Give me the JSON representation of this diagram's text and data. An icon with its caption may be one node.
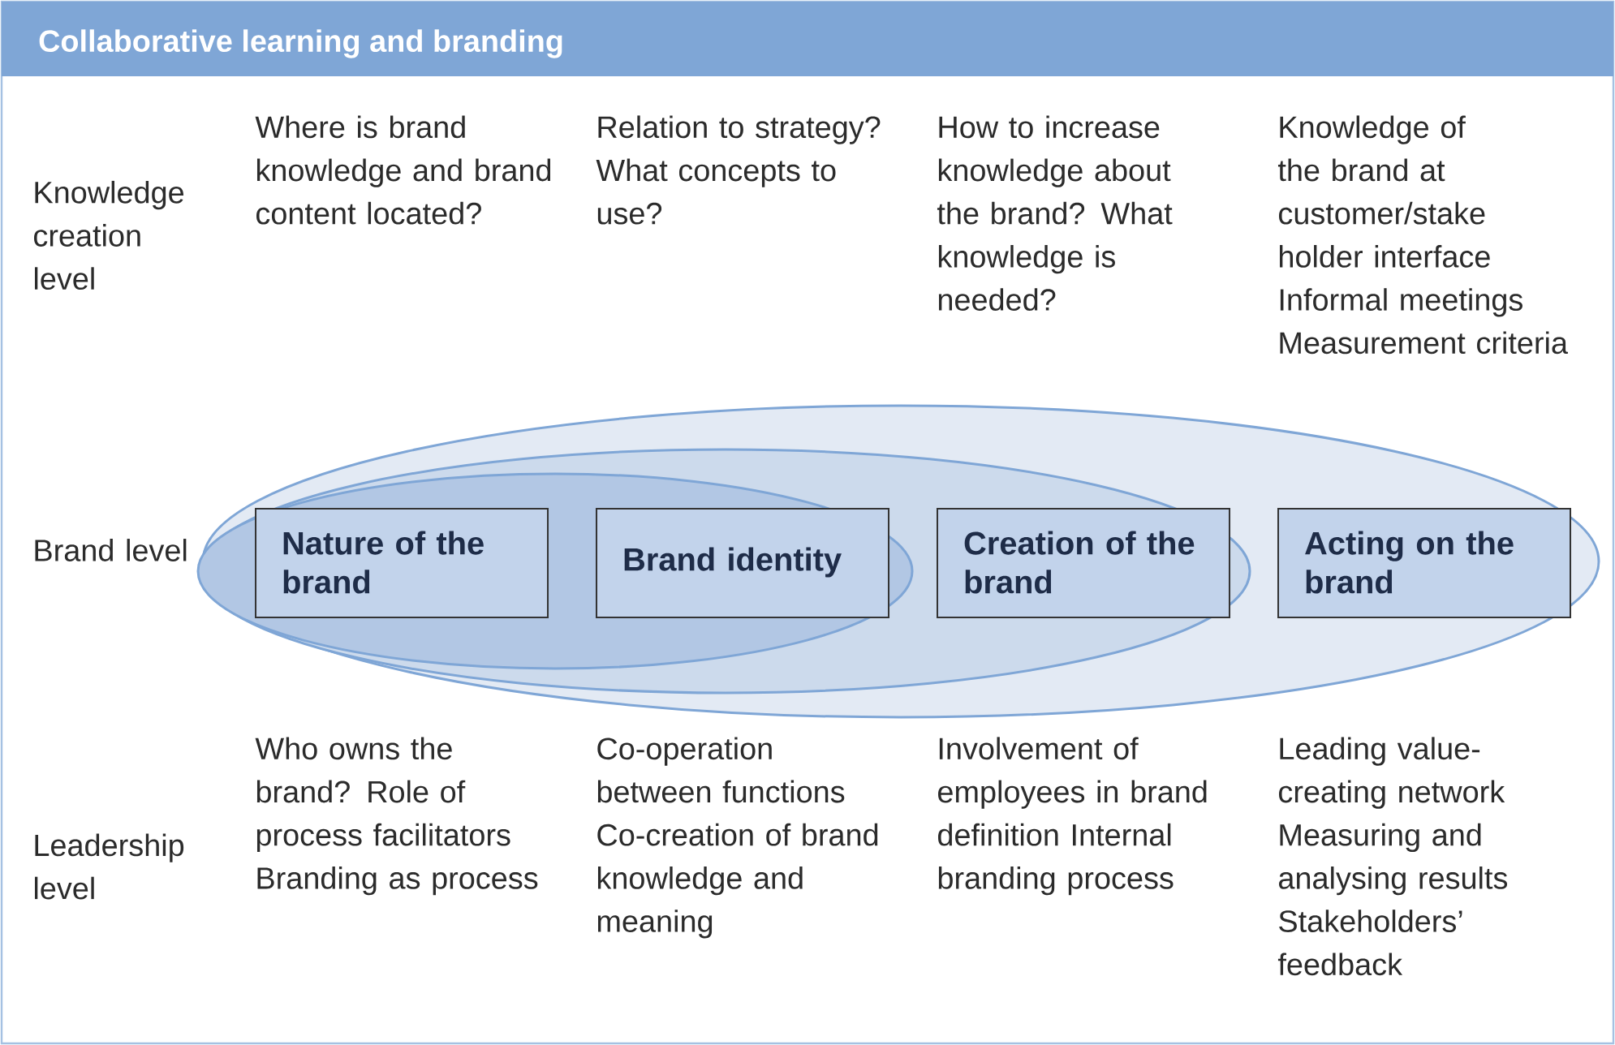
{
  "diagram": {
    "title": "Collaborative learning and branding",
    "nodes": [
      {
        "text": [
          "Nature of the brand"
        ]
      },
      {
        "text": [
          "Brand identity"
        ]
      },
      {
        "text": [
          "Creation of the brand"
        ]
      },
      {
        "text": [
          "Acting on the brand"
        ]
      }
    ],
    "labels": [
      "Knowledge creation level",
      "Where is brand knowledge and brand content located?",
      "Relation to strategy? What concepts to use?",
      "How to increase knowledge about the brand? What knowledge is needed?",
      "Knowledge of the brand at customer/stake holder interface Informal meetings Measurement criteria",
      "Brand level",
      "Leadership level",
      "Who owns the brand? Role of process facilitators Branding as process",
      "Co-operation between functions Co-creation of brand knowledge and meaning",
      "Involvement of employees in brand definition Internal branding process",
      "Leading value-creating network Measuring and analysing results Stakeholders’ feedback"
    ]
  }
}
